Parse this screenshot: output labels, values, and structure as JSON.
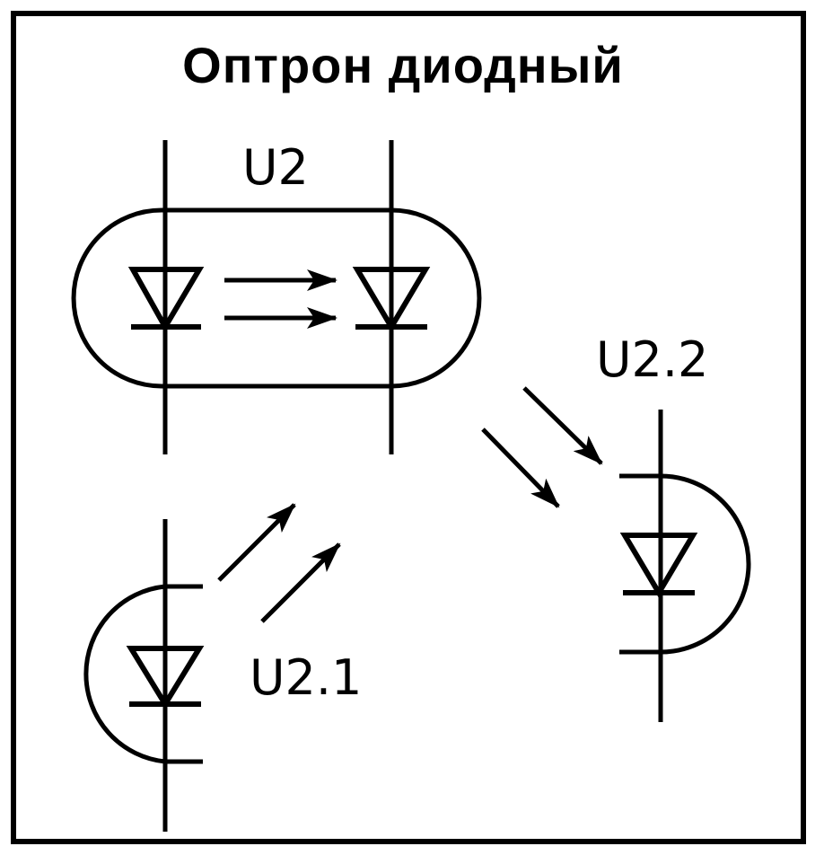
{
  "title": "Оптрон диодный",
  "labels": {
    "combined": "U2",
    "emitter": "U2.1",
    "receiver": "U2.2"
  },
  "colors": {
    "stroke": "#000000",
    "background": "#ffffff"
  }
}
